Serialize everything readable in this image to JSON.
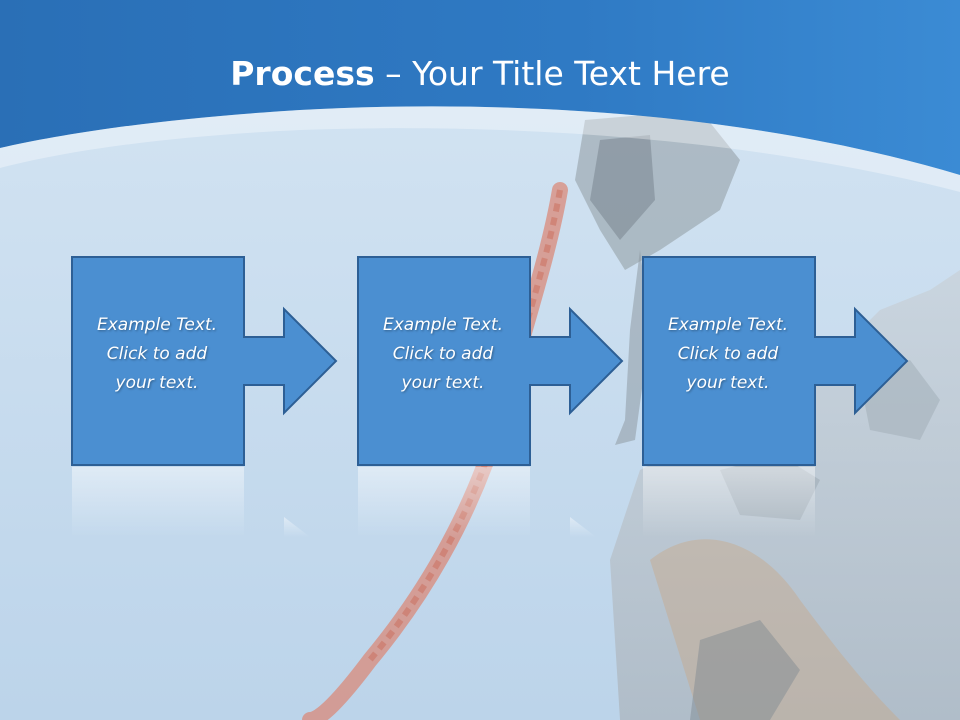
{
  "slide": {
    "title_bold": "Process",
    "title_rest": " – Your Title Text Here",
    "steps": [
      {
        "line1": "Example Text.",
        "line2": "Click  to add",
        "line3": "your text."
      },
      {
        "line1": "Example Text.",
        "line2": "Click  to add",
        "line3": "your text."
      },
      {
        "line1": "Example Text.",
        "line2": "Click  to add",
        "line3": "your text."
      }
    ]
  },
  "colors": {
    "header_blue": "#2f7ac4",
    "step_fill": "#4b8fd1",
    "step_border": "#2d5f95",
    "sky": "#cfe1f1"
  },
  "icons": [
    "process-arrow-icon"
  ]
}
